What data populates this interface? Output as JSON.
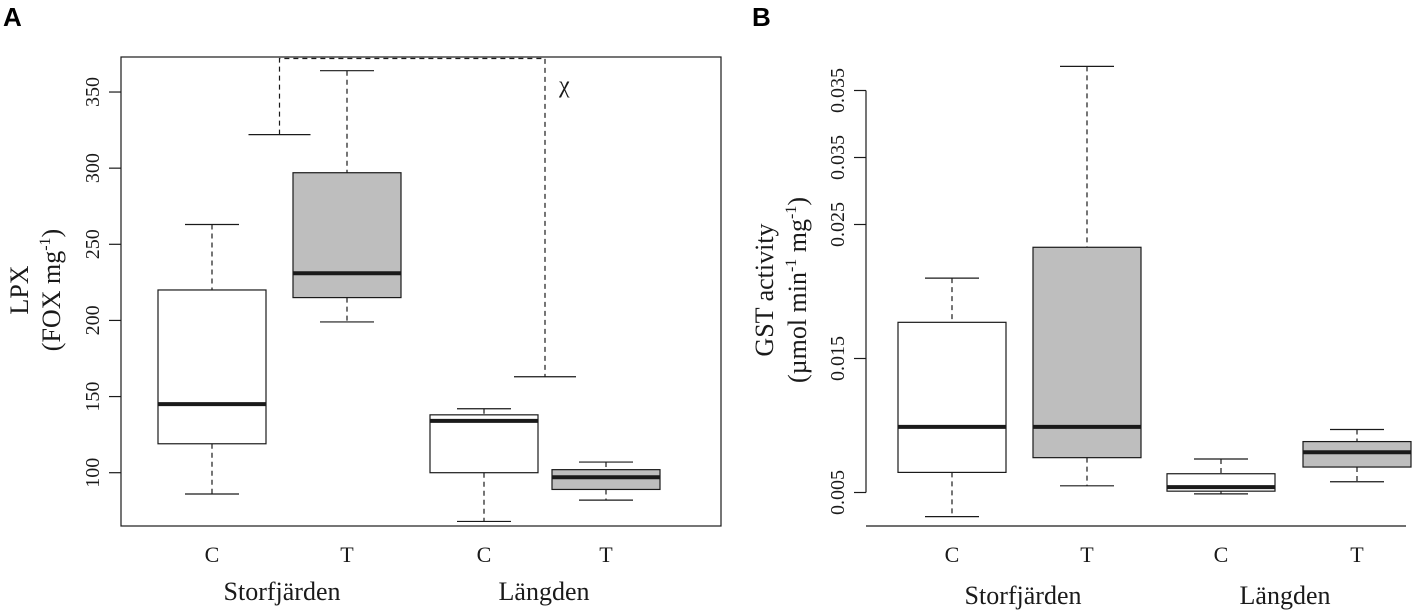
{
  "chart_data": [
    {
      "type": "boxplot",
      "panel_label": "A",
      "ylabel_line1": "LPX",
      "ylabel_line2_main": "(FOX mg",
      "ylabel_line2_sup": "-1",
      "ylabel_line2_end": ")",
      "ylim": [
        65,
        373
      ],
      "yticks": [
        100,
        150,
        200,
        250,
        300,
        350
      ],
      "ytick_labels": [
        "100",
        "150",
        "200",
        "250",
        "300",
        "350"
      ],
      "categories": [
        "C",
        "T",
        "C",
        "T"
      ],
      "groups": [
        "Storfjärden",
        "Längden"
      ],
      "box_frame": true,
      "boxes": [
        {
          "category": "C",
          "group": "Storfjärden",
          "fill": "#ffffff",
          "whisker_low": 86,
          "q1": 119,
          "median": 145,
          "q3": 220,
          "whisker_high": 263
        },
        {
          "category": "T",
          "group": "Storfjärden",
          "fill": "#bebebe",
          "whisker_low": 199,
          "q1": 215,
          "median": 231,
          "q3": 297,
          "whisker_high": 364
        },
        {
          "category": "C",
          "group": "Längden",
          "fill": "#ffffff",
          "whisker_low": 68,
          "q1": 100,
          "median": 134,
          "q3": 138,
          "whisker_high": 142
        },
        {
          "category": "T",
          "group": "Längden",
          "fill": "#bebebe",
          "whisker_low": 82,
          "q1": 89,
          "median": 97,
          "q3": 102,
          "whisker_high": 107
        }
      ],
      "bracket": {
        "symbol": "χ",
        "left_level": 322,
        "right_level": 163,
        "top": 372
      }
    },
    {
      "type": "boxplot",
      "panel_label": "B",
      "ylabel_line1": "GST activity",
      "ylabel_line2_main": "(µmol min",
      "ylabel_line2_sup1": "-1",
      "ylabel_line2_mid": " mg",
      "ylabel_line2_sup2": "-1",
      "ylabel_line2_end": ")",
      "ylim": [
        0.0025,
        0.0375
      ],
      "yticks": [
        0.005,
        0.015,
        0.025,
        0.035
      ],
      "ytick_labels": [
        "0.005",
        "0.015",
        "0.025",
        "0.035"
      ],
      "extra_tick": {
        "value": 0.03,
        "label": "0.035"
      },
      "categories": [
        "C",
        "T",
        "C",
        "T"
      ],
      "groups": [
        "Storfjärden",
        "Längden"
      ],
      "box_frame": false,
      "boxes": [
        {
          "category": "C",
          "group": "Storfjärden",
          "fill": "#ffffff",
          "whisker_low": 0.0032,
          "q1": 0.0065,
          "median": 0.0099,
          "q3": 0.0177,
          "whisker_high": 0.021
        },
        {
          "category": "T",
          "group": "Storfjärden",
          "fill": "#bebebe",
          "whisker_low": 0.0055,
          "q1": 0.0076,
          "median": 0.0099,
          "q3": 0.0233,
          "whisker_high": 0.0368
        },
        {
          "category": "C",
          "group": "Längden",
          "fill": "#ffffff",
          "whisker_low": 0.0049,
          "q1": 0.0051,
          "median": 0.0054,
          "q3": 0.0064,
          "whisker_high": 0.0075
        },
        {
          "category": "T",
          "group": "Längden",
          "fill": "#bebebe",
          "whisker_low": 0.0058,
          "q1": 0.0069,
          "median": 0.008,
          "q3": 0.0088,
          "whisker_high": 0.0097
        }
      ]
    }
  ]
}
